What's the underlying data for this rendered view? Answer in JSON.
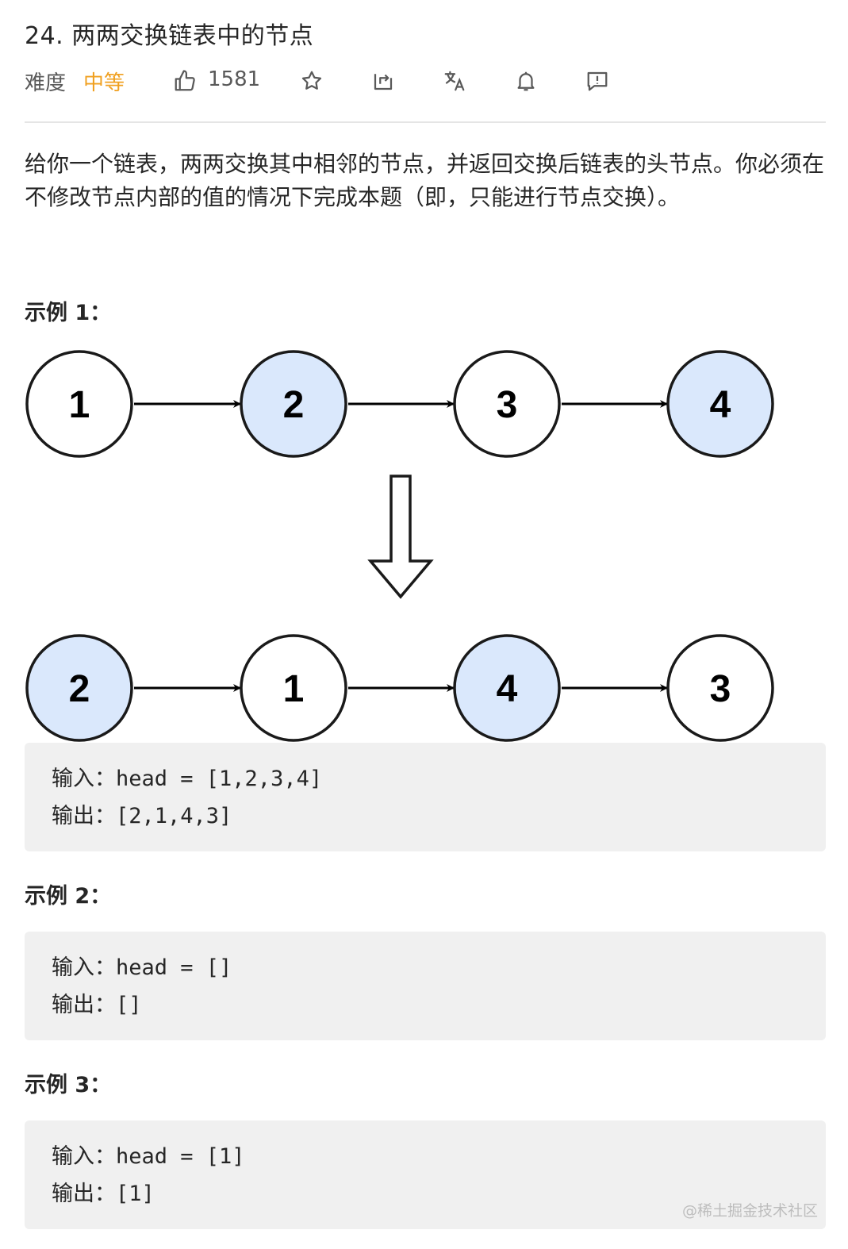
{
  "problem": {
    "title": "24. 两两交换链表中的节点",
    "difficulty_label": "难度",
    "difficulty_value": "中等",
    "likes": "1581",
    "description": "给你一个链表，两两交换其中相邻的节点，并返回交换后链表的头节点。你必须在不修改节点内部的值的情况下完成本题（即，只能进行节点交换）。"
  },
  "toolbar_icons": [
    "thumbs-up-icon",
    "star-icon",
    "share-icon",
    "translate-icon",
    "bell-icon",
    "feedback-icon"
  ],
  "examples": [
    {
      "title": "示例 1：",
      "input": "输入：head = [1,2,3,4]",
      "output": "输出：[2,1,4,3]"
    },
    {
      "title": "示例 2：",
      "input": "输入：head = []",
      "output": "输出：[]"
    },
    {
      "title": "示例 3：",
      "input": "输入：head = [1]",
      "output": "输出：[1]"
    }
  ],
  "diagram": {
    "before": [
      "1",
      "2",
      "3",
      "4"
    ],
    "after": [
      "2",
      "1",
      "4",
      "3"
    ],
    "highlight_color": "#dae8fc",
    "plain_color": "#ffffff",
    "before_highlighted": [
      false,
      true,
      false,
      true
    ],
    "after_highlighted": [
      true,
      false,
      true,
      false
    ]
  },
  "watermark": "@稀土掘金技术社区",
  "colors": {
    "accent": "#f0a020",
    "code_bg": "#f0f0f0"
  }
}
